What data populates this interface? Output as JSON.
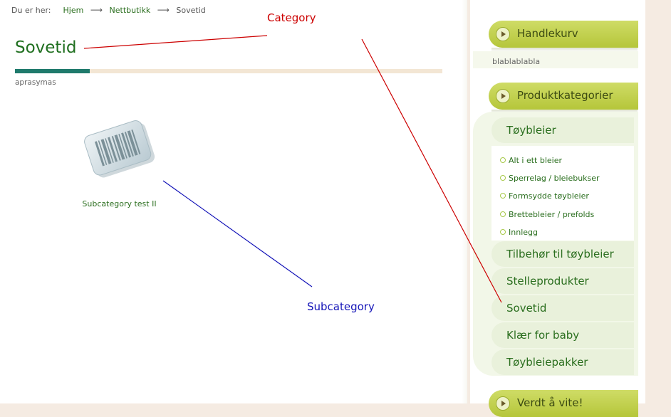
{
  "breadcrumb": {
    "prefix": "Du er her:",
    "home": "Hjem",
    "shop": "Nettbutikk",
    "current": "Sovetid",
    "separator": "⟶"
  },
  "page": {
    "title": "Sovetid",
    "subtitle": "aprasymas"
  },
  "subcategories": [
    {
      "label": "Subcategory test II",
      "icon": "barcode-icon"
    }
  ],
  "annotations": {
    "category": "Category",
    "subcategory": "Subcategory"
  },
  "sidebar": {
    "cart": {
      "title": "Handlekurv",
      "body": "blablablabla"
    },
    "categories": {
      "title": "Produktkategorier",
      "items": [
        {
          "label": "Tøybleier"
        },
        {
          "label": "Tilbehør til tøybleier"
        },
        {
          "label": "Stelleprodukter"
        },
        {
          "label": "Sovetid"
        },
        {
          "label": "Klær for baby"
        },
        {
          "label": "Tøybleiepakker"
        }
      ],
      "subitems": [
        {
          "label": "Alt i ett bleier"
        },
        {
          "label": "Sperrelag / bleiebukser"
        },
        {
          "label": "Formsydde tøybleier"
        },
        {
          "label": "Brettebleier / prefolds"
        },
        {
          "label": "Innlegg"
        }
      ]
    },
    "info": {
      "title": "Verdt å vite!"
    }
  },
  "colors": {
    "accent_green": "#2a6e1e",
    "header_green": "#c3d24e",
    "teal": "#1f7a6c",
    "annotation_red": "#cc0000",
    "annotation_blue": "#1414b8"
  }
}
